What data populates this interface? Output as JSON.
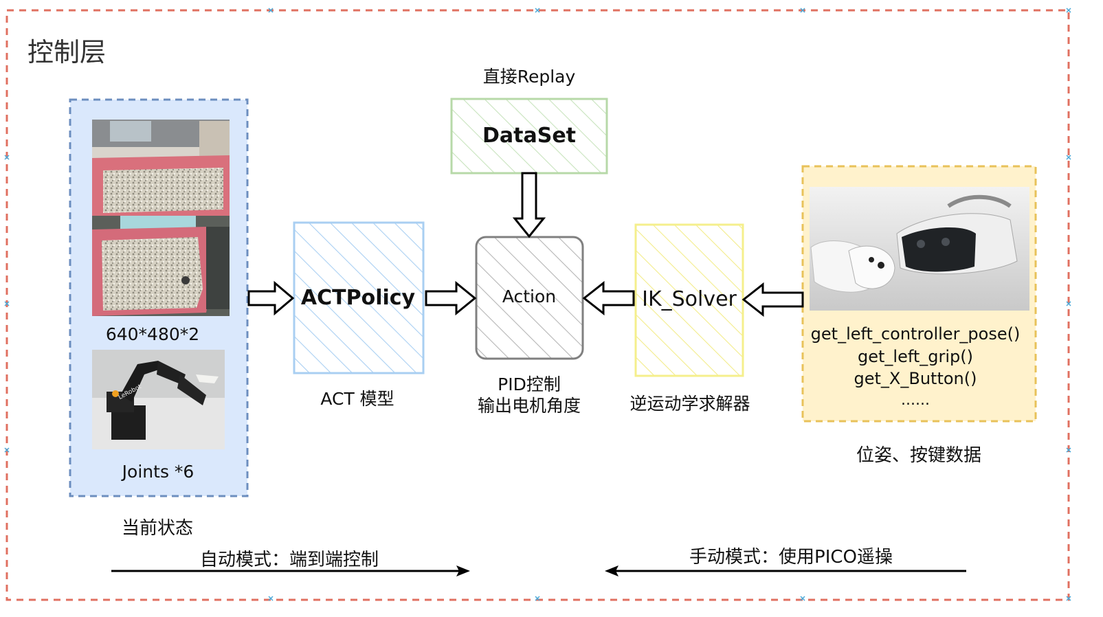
{
  "layer_title": "控制层",
  "state_panel": {
    "camera_caption": "640*480*2",
    "joints_caption": "Joints *6",
    "panel_label": "当前状态",
    "robot_logo_text": "LeRobot"
  },
  "act_box": {
    "label": "ACTPolicy",
    "caption": "ACT 模型"
  },
  "dataset_box": {
    "top_caption": "直接Replay",
    "label": "DataSet"
  },
  "action_box": {
    "label": "Action",
    "caption_line1": "PID控制",
    "caption_line2": "输出电机角度"
  },
  "ik_box": {
    "label": "IK_Solver",
    "caption": "逆运动学求解器"
  },
  "vr_panel": {
    "functions": [
      "get_left_controller_pose()",
      "get_left_grip()",
      "get_X_Button()",
      "......"
    ],
    "caption": "位姿、按键数据"
  },
  "modes": {
    "auto_label": "自动模式：端到端控制",
    "manual_label": "手动模式：使用PICO遥操"
  },
  "colors": {
    "outer_border": "#e07060",
    "state_fill": "#dae8fc",
    "state_border": "#6c8ebf",
    "act_border": "#a9cff2",
    "dataset_border": "#b7d9a8",
    "action_border": "#808080",
    "ik_border": "#f5ef8c",
    "vr_fill": "#fff2cc",
    "vr_border": "#e8c25a"
  }
}
